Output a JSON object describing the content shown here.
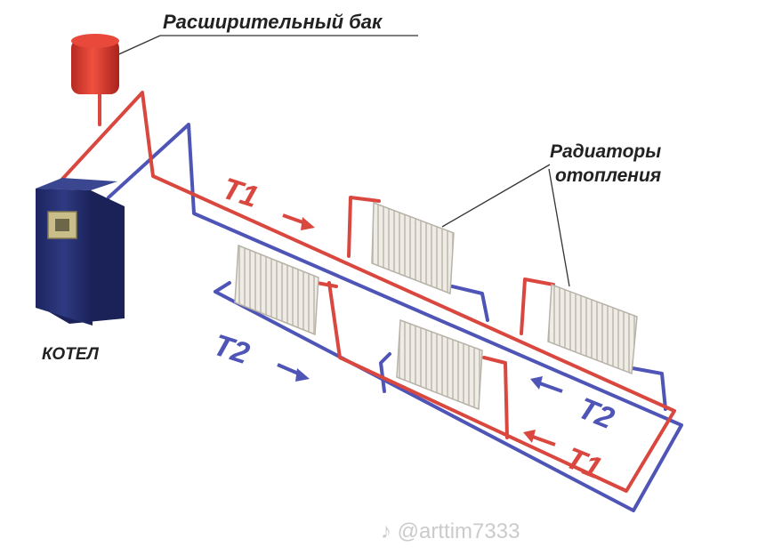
{
  "labels": {
    "expansion_tank": "Расширительный бак",
    "radiators_line1": "Радиаторы",
    "radiators_line2": "отопления",
    "boiler": "КОТЕЛ"
  },
  "flow_labels": {
    "supply": "T1",
    "return": "T2"
  },
  "watermark": "@arttim7333",
  "colors": {
    "supply_pipe": "#d9473f",
    "return_pipe": "#4e55b6",
    "tank": "#e03a30",
    "boiler": "#26306f",
    "radiator": "#ebe8e1"
  }
}
